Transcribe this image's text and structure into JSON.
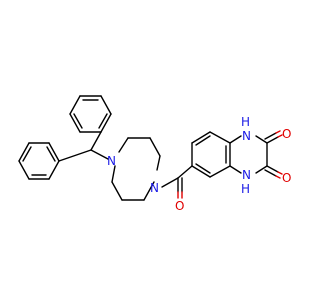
{
  "molecule": {
    "atom_labels": {
      "n_piperazine_top": "N",
      "n_piperazine_bottom": "N",
      "n_amide_top": "N",
      "h_amide_top": "H",
      "n_amide_bottom": "N",
      "h_amide_bottom": "H",
      "o_carbonyl": "O",
      "o_dione_top": "O",
      "o_dione_bottom": "O"
    }
  },
  "colors": {
    "carbon": "#000000",
    "nitrogen": "#1a1ae6",
    "oxygen": "#e00000",
    "background": "#ffffff"
  }
}
